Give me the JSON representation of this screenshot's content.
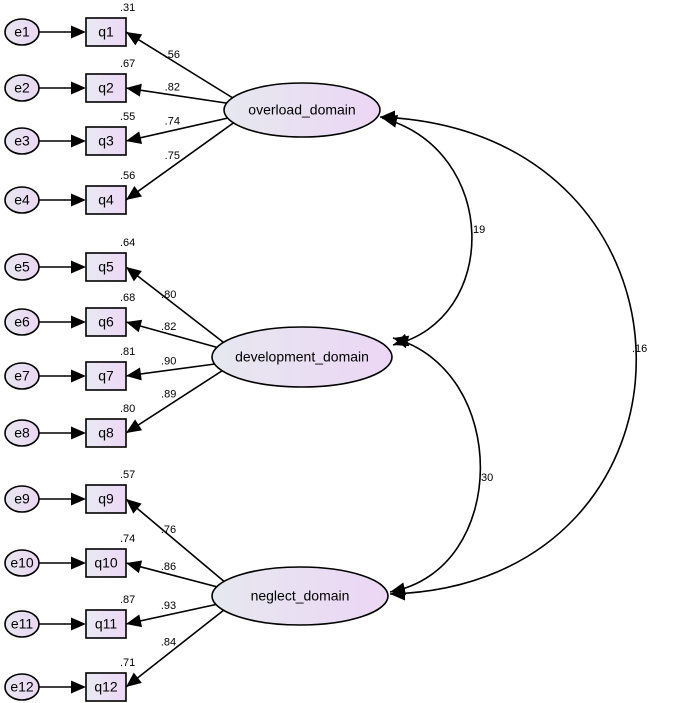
{
  "colors": {
    "stroke": "#000000",
    "node_fill_start": "#e9eaf2",
    "node_fill_end": "#ecd8f5"
  },
  "latents": [
    {
      "label": "overload_domain"
    },
    {
      "label": "development_domain"
    },
    {
      "label": "neglect_domain"
    }
  ],
  "indicators": [
    {
      "error": "e1",
      "item": "q1",
      "r2": ".31",
      "loading": ".56",
      "factor": 0
    },
    {
      "error": "e2",
      "item": "q2",
      "r2": ".67",
      "loading": ".82",
      "factor": 0
    },
    {
      "error": "e3",
      "item": "q3",
      "r2": ".55",
      "loading": ".74",
      "factor": 0
    },
    {
      "error": "e4",
      "item": "q4",
      "r2": ".56",
      "loading": ".75",
      "factor": 0
    },
    {
      "error": "e5",
      "item": "q5",
      "r2": ".64",
      "loading": ".80",
      "factor": 1
    },
    {
      "error": "e6",
      "item": "q6",
      "r2": ".68",
      "loading": ".82",
      "factor": 1
    },
    {
      "error": "e7",
      "item": "q7",
      "r2": ".81",
      "loading": ".90",
      "factor": 1
    },
    {
      "error": "e8",
      "item": "q8",
      "r2": ".80",
      "loading": ".89",
      "factor": 1
    },
    {
      "error": "e9",
      "item": "q9",
      "r2": ".57",
      "loading": ".76",
      "factor": 2
    },
    {
      "error": "e10",
      "item": "q10",
      "r2": ".74",
      "loading": ".86",
      "factor": 2
    },
    {
      "error": "e11",
      "item": "q11",
      "r2": ".87",
      "loading": ".93",
      "factor": 2
    },
    {
      "error": "e12",
      "item": "q12",
      "r2": ".71",
      "loading": ".84",
      "factor": 2
    }
  ],
  "correlations": [
    {
      "from": 0,
      "to": 1,
      "value": ".19"
    },
    {
      "from": 1,
      "to": 2,
      "value": ".30"
    },
    {
      "from": 0,
      "to": 2,
      "value": ".16"
    }
  ]
}
